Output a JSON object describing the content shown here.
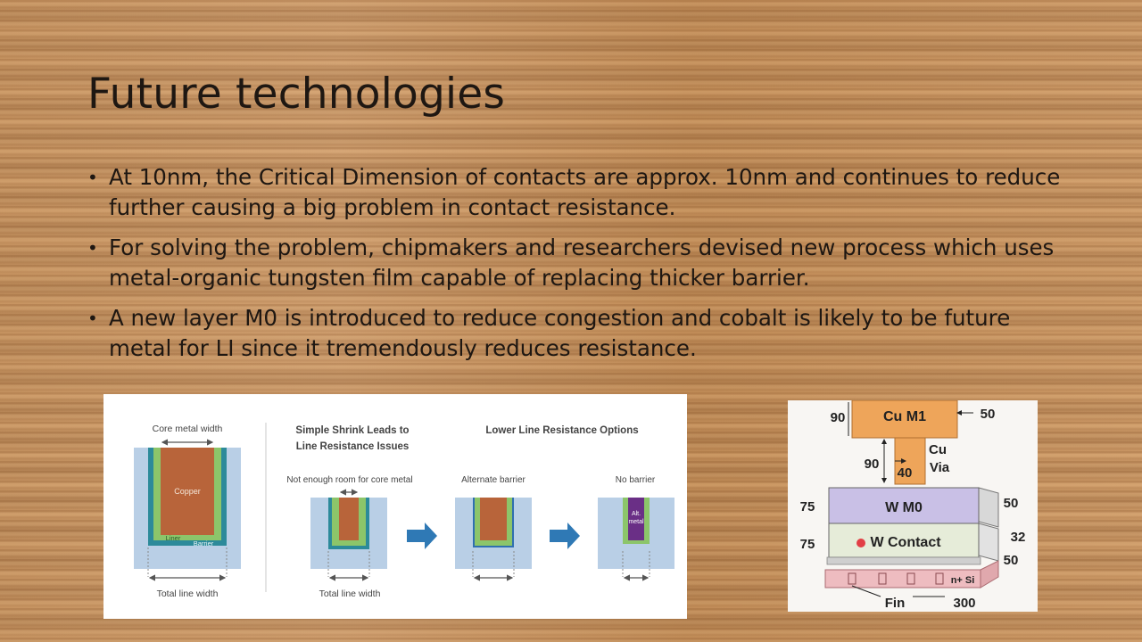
{
  "slide": {
    "title": "Future technologies",
    "bullets": [
      "At 10nm, the Critical Dimension of contacts are approx. 10nm and continues to reduce further causing a big problem in contact resistance.",
      "For solving the problem, chipmakers and researchers devised new process which uses metal-organic tungsten film capable of replacing thicker barrier.",
      "A new layer M0 is introduced to reduce congestion and cobalt is likely to be future metal for LI since it tremendously reduces resistance."
    ]
  },
  "figure_left": {
    "core_metal_width": "Core metal width",
    "copper": "Copper",
    "liner": "Liner",
    "barrier": "Barrier",
    "total_line_width_1": "Total line width",
    "shrink_title_line1": "Simple Shrink Leads to",
    "shrink_title_line2": "Line Resistance Issues",
    "not_enough_room": "Not enough room for core metal",
    "total_line_width_2": "Total line width",
    "options_title": "Lower Line Resistance Options",
    "alternate_barrier": "Alternate barrier",
    "no_barrier": "No barrier",
    "alt_metal_line1": "Alt.",
    "alt_metal_line2": "metal",
    "colors": {
      "oxide": "#b9cfe6",
      "barrier": "#2c8a9a",
      "liner": "#8cc56a",
      "copper": "#b8643a",
      "alt_metal": "#6a2f86",
      "arrow": "#2f79b5"
    }
  },
  "figure_right": {
    "cu_m1": "Cu M1",
    "cu_via_line1": "Cu",
    "cu_via_line2": "Via",
    "w_m0": "W M0",
    "w_contact": "W Contact",
    "n_si": "n+ Si",
    "fin": "Fin",
    "dims": {
      "d90_top": "90",
      "d50_top": "50",
      "d90_via": "90",
      "d40": "40",
      "d75_m0": "75",
      "d50_m0": "50",
      "d75_contact": "75",
      "d32": "32",
      "d50_bottom": "50",
      "d300": "300"
    },
    "colors": {
      "cu": "#eea55a",
      "w_m0": "#c9c0e6",
      "w_contact": "#e6ecd9",
      "si": "#eebcc0"
    }
  }
}
